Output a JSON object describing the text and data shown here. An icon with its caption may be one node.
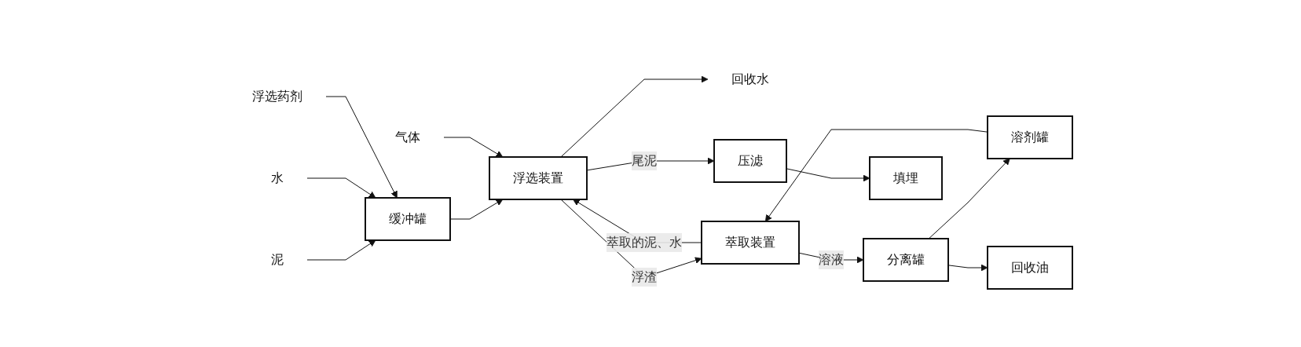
{
  "diagram": {
    "nodes": [
      {
        "text": [
          "泥"
        ]
      },
      {
        "text": [
          "水"
        ]
      },
      {
        "text": [
          "浮选药剂"
        ]
      },
      {
        "text": [
          "缓冲罐"
        ]
      },
      {
        "text": [
          "浮选装置"
        ]
      },
      {
        "text": [
          "气体"
        ]
      },
      {
        "text": [
          "回收水"
        ]
      },
      {
        "text": [
          "萃取装置"
        ]
      },
      {
        "text": [
          "溶剂罐"
        ]
      },
      {
        "text": [
          "分离罐"
        ]
      },
      {
        "text": [
          "回收油"
        ]
      },
      {
        "text": [
          "压滤"
        ]
      },
      {
        "text": [
          "填埋"
        ]
      }
    ],
    "edges": [
      {
        "from": 0,
        "to": 3,
        "arrow": "to"
      },
      {
        "from": 1,
        "to": 3,
        "arrow": "to"
      },
      {
        "from": 2,
        "to": 3,
        "arrow": "to"
      },
      {
        "from": 3,
        "to": 4,
        "arrow": "to"
      },
      {
        "from": 5,
        "to": 4,
        "arrow": "to"
      },
      {
        "from": 4,
        "to": 6,
        "arrow": "to"
      },
      {
        "from": 4,
        "to": 7,
        "arrow": "to",
        "label": "浮渣"
      },
      {
        "from": 7,
        "to": 4,
        "arrow": "to",
        "label": "萃取的泥、水"
      },
      {
        "from": 8,
        "to": 7,
        "arrow": "to"
      },
      {
        "from": 7,
        "to": 9,
        "arrow": "to",
        "label": "溶液"
      },
      {
        "from": 9,
        "to": 8,
        "arrow": "to"
      },
      {
        "from": 9,
        "to": 10,
        "arrow": "to"
      },
      {
        "from": 4,
        "to": 11,
        "arrow": "to",
        "label": "尾泥"
      },
      {
        "from": 11,
        "to": 12,
        "arrow": "to"
      }
    ]
  }
}
